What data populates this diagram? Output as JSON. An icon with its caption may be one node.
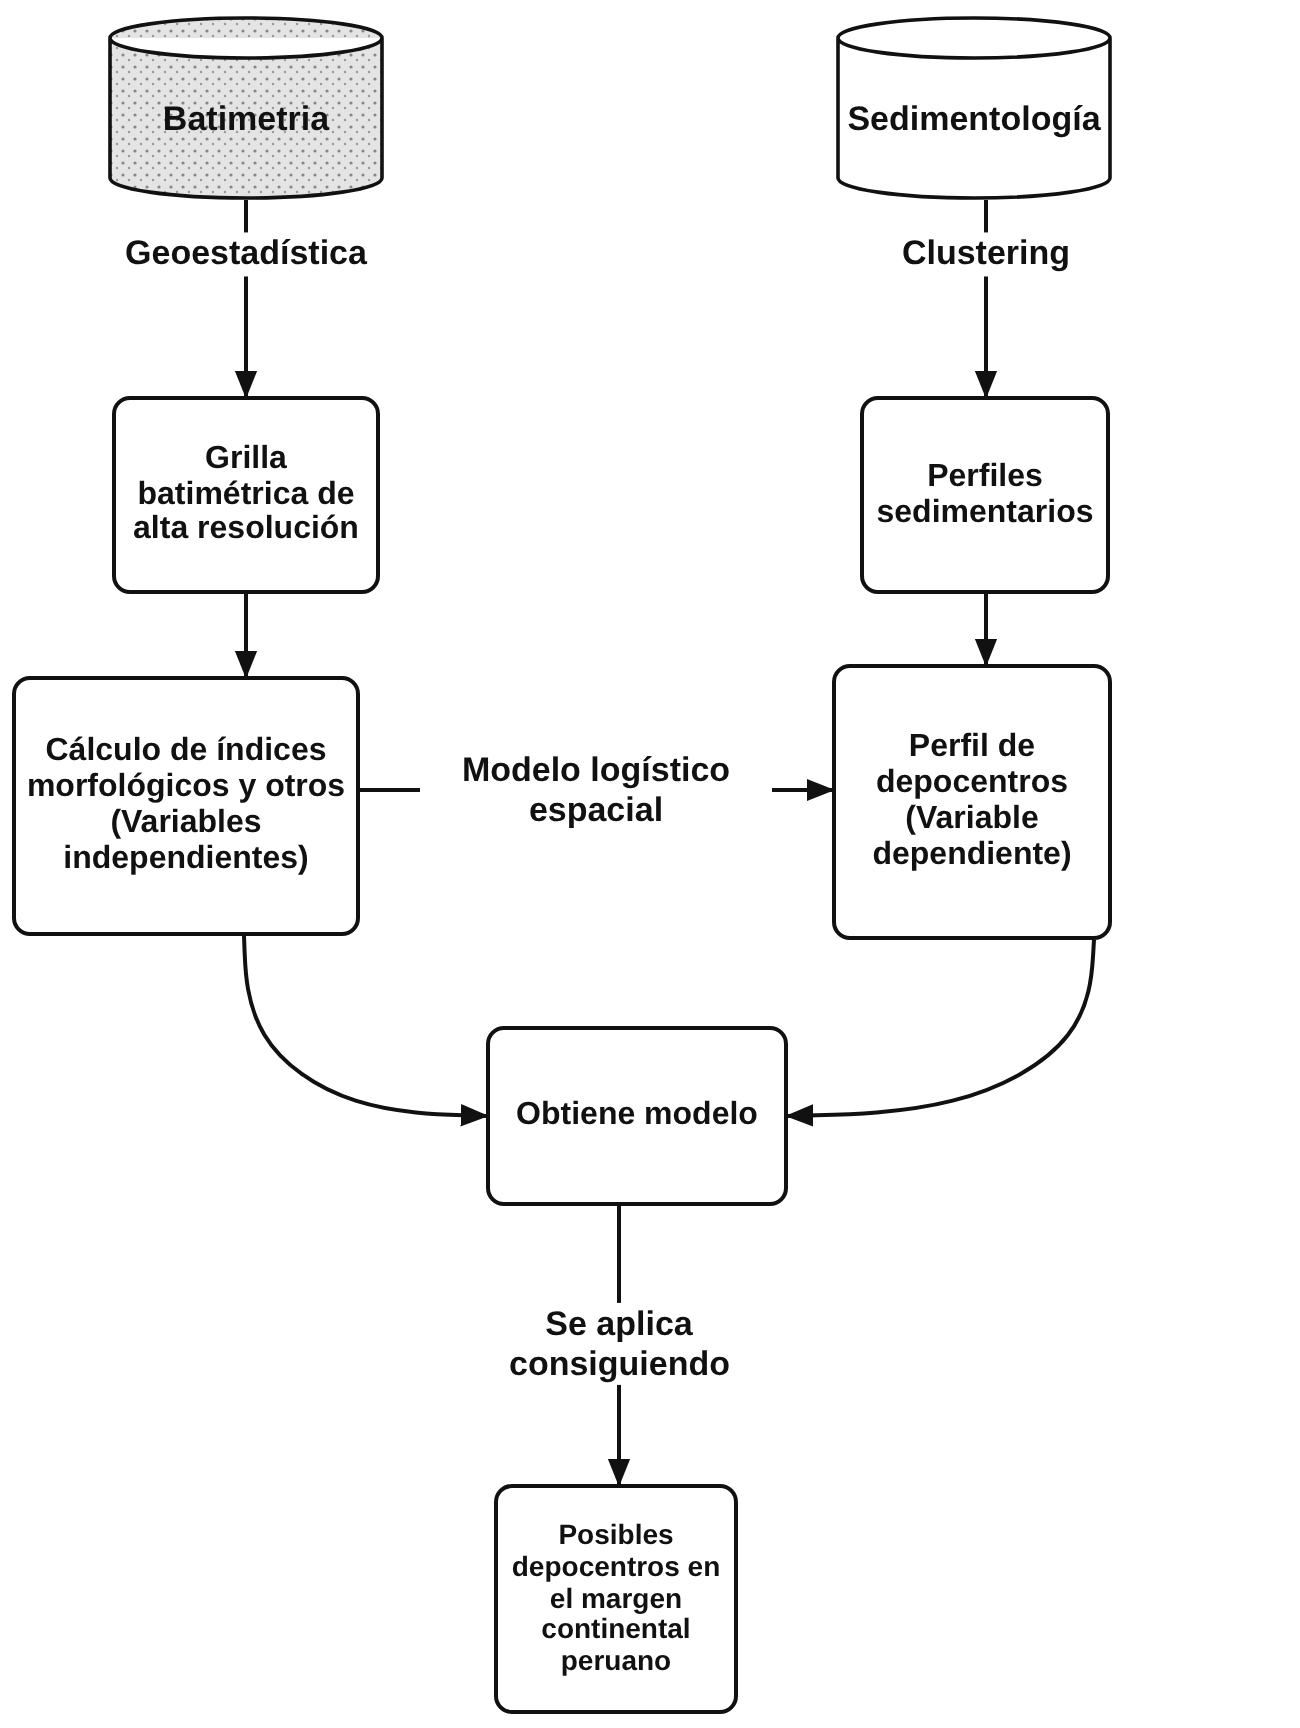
{
  "diagram": {
    "nodes": [
      {
        "text": [
          "Batimetria"
        ]
      },
      {
        "text": [
          "Sedimentología"
        ]
      },
      {
        "text": [
          "Grilla batimétrica de alta resolución"
        ]
      },
      {
        "text": [
          "Perfiles sedimentarios"
        ]
      },
      {
        "text": [
          "Cálculo de índices morfológicos y otros (Variables independientes)"
        ]
      },
      {
        "text": [
          "Perfil de depocentros (Variable dependiente)"
        ]
      },
      {
        "text": [
          "Obtiene modelo"
        ]
      },
      {
        "text": [
          "Posibles depocentros en el margen continental peruano"
        ]
      }
    ],
    "edges": [
      {
        "from": 0,
        "to": 2,
        "arrow": "to",
        "label": "Geoestadística"
      },
      {
        "from": 1,
        "to": 3,
        "arrow": "to",
        "label": "Clustering"
      },
      {
        "from": 2,
        "to": 4,
        "arrow": "to"
      },
      {
        "from": 3,
        "to": 5,
        "arrow": "to"
      },
      {
        "from": 4,
        "to": 5,
        "arrow": "to",
        "label": "Modelo logístico espacial"
      },
      {
        "from": 4,
        "to": 6,
        "arrow": "to"
      },
      {
        "from": 5,
        "to": 6,
        "arrow": "to"
      },
      {
        "from": 6,
        "to": 7,
        "arrow": "to",
        "label": "Se aplica consiguiendo"
      }
    ]
  }
}
